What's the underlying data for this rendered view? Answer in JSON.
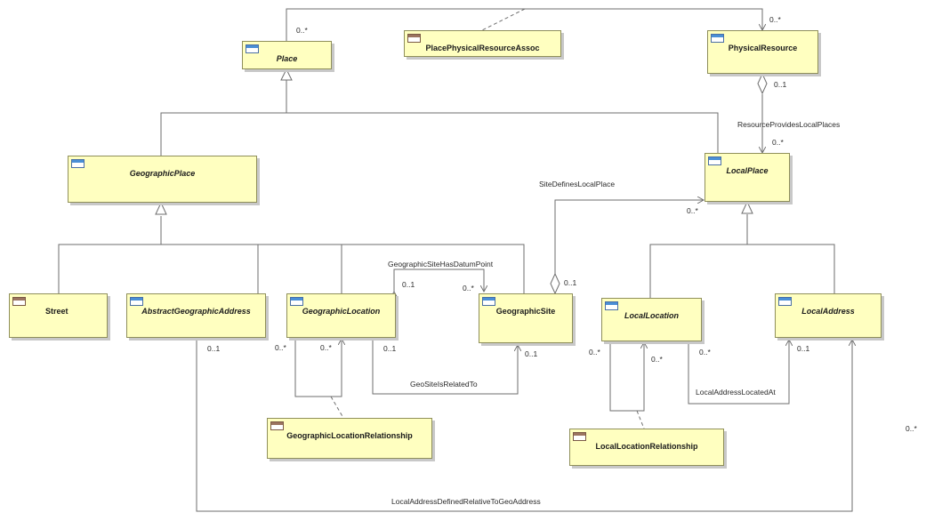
{
  "classes": {
    "place": "Place",
    "place_physical_resource_assoc": "PlacePhysicalResourceAssoc",
    "physical_resource": "PhysicalResource",
    "geographic_place": "GeographicPlace",
    "local_place": "LocalPlace",
    "street": "Street",
    "abstract_geographic_address": "AbstractGeographicAddress",
    "geographic_location": "GeographicLocation",
    "geographic_site": "GeographicSite",
    "local_location": "LocalLocation",
    "local_address": "LocalAddress",
    "geographic_location_relationship": "GeographicLocationRelationship",
    "local_location_relationship": "LocalLocationRelationship"
  },
  "associations": {
    "resource_provides_local_places": "ResourceProvidesLocalPlaces",
    "site_defines_local_place": "SiteDefinesLocalPlace",
    "geographic_site_has_datum_point": "GeographicSiteHasDatumPoint",
    "geo_site_is_related_to": "GeoSiteIsRelatedTo",
    "local_address_located_at": "LocalAddressLocatedAt",
    "local_address_defined_relative_to_geo_address": "LocalAddressDefinedRelativeToGeoAddress"
  },
  "multiplicities": {
    "place_top": "0..*",
    "physical_resource_top": "0..*",
    "physical_resource_agg": "0..1",
    "local_place_from_resource": "0..*",
    "local_place_from_site": "0..*",
    "site_defines_source": "0..1",
    "datum_point_location_end": "0..1",
    "datum_point_site_end": "0..*",
    "abstract_address_end": "0..1",
    "geo_location_rel_a": "0..*",
    "geo_location_rel_b": "0..*",
    "geo_location_site_rel": "0..1",
    "geo_site_rel": "0..1",
    "local_location_rel_a": "0..*",
    "local_location_rel_b": "0..*",
    "local_location_address_end": "0..*",
    "local_address_located_end": "0..1",
    "local_address_right": "0..*"
  },
  "colors": {
    "class_fill": "#ffffc0",
    "class_border": "#8f8f5a",
    "line": "#6e6e6e"
  }
}
